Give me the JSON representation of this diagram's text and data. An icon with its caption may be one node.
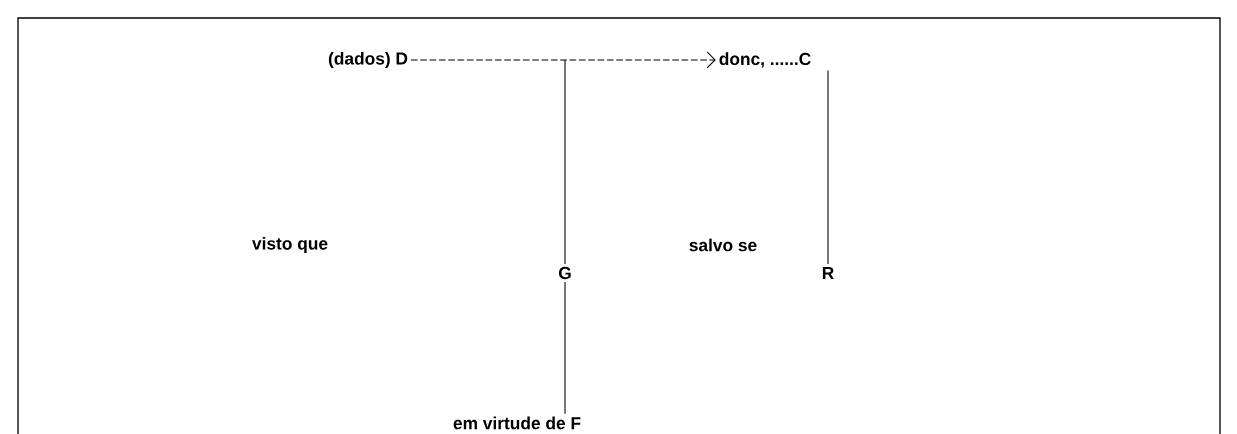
{
  "diagram": {
    "nodes": [
      {
        "text": [
          "(dados) D"
        ]
      },
      {
        "text": [
          "donc, ......C"
        ]
      },
      {
        "text": [
          "G"
        ],
        "beside": [
          "visto que"
        ]
      },
      {
        "text": [
          "R"
        ],
        "beside": [
          "salvo se"
        ]
      },
      {
        "text": [
          "em virtude de F"
        ]
      }
    ],
    "edges": [
      {
        "from": 0,
        "to": 1,
        "arrow": "to",
        "style": "dashed"
      },
      {
        "from": 2,
        "to": null,
        "arrow": "none"
      },
      {
        "from": 3,
        "to": 1,
        "arrow": "none"
      },
      {
        "from": 4,
        "to": 2,
        "arrow": "none"
      }
    ]
  }
}
